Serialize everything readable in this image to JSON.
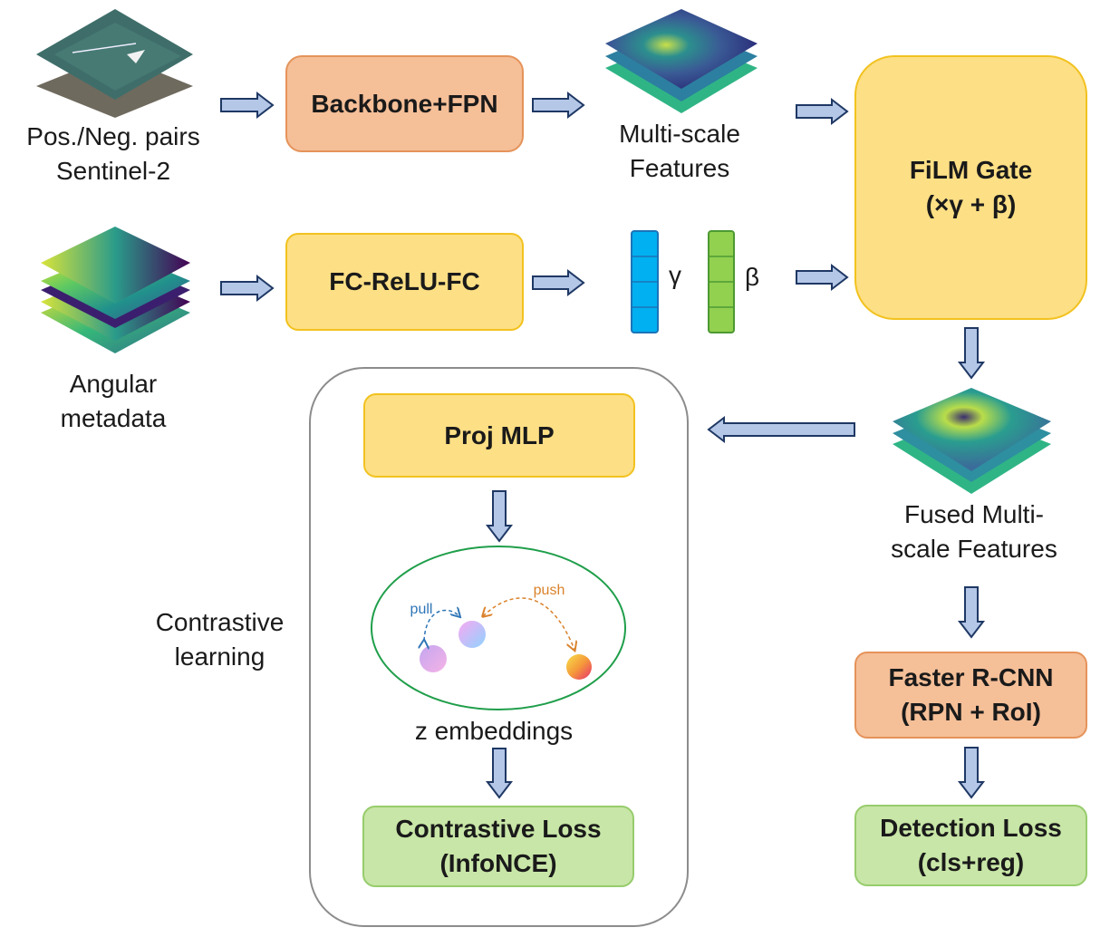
{
  "inputs": {
    "sentinel_label": "Pos./Neg. pairs\nSentinel-2",
    "angular_label": "Angular\nmetadata"
  },
  "blocks": {
    "backbone": "Backbone+FPN",
    "fc": "FC-ReLU-FC",
    "film": "FiLM Gate\n(×γ + β)",
    "proj": "Proj MLP",
    "contrastive_loss": "Contrastive Loss\n(InfoNCE)",
    "faster_rcnn": "Faster R-CNN\n(RPN + RoI)",
    "detection_loss": "Detection Loss\n(cls+reg)"
  },
  "features": {
    "multiscale": "Multi-scale\nFeatures",
    "fused": "Fused Multi-\nscale Features",
    "gamma": "γ",
    "beta": "β"
  },
  "contrastive": {
    "section_label": "Contrastive\nlearning",
    "embeddings": "z embeddings",
    "pull": "pull",
    "push": "push"
  },
  "colors": {
    "orange_fill": "#f5bf98",
    "yellow_fill": "#fddf85",
    "green_fill": "#c8e6a7",
    "arrow_fill": "#b4c7e7",
    "gamma_vector": "#00b0f0",
    "beta_vector": "#92d050"
  }
}
